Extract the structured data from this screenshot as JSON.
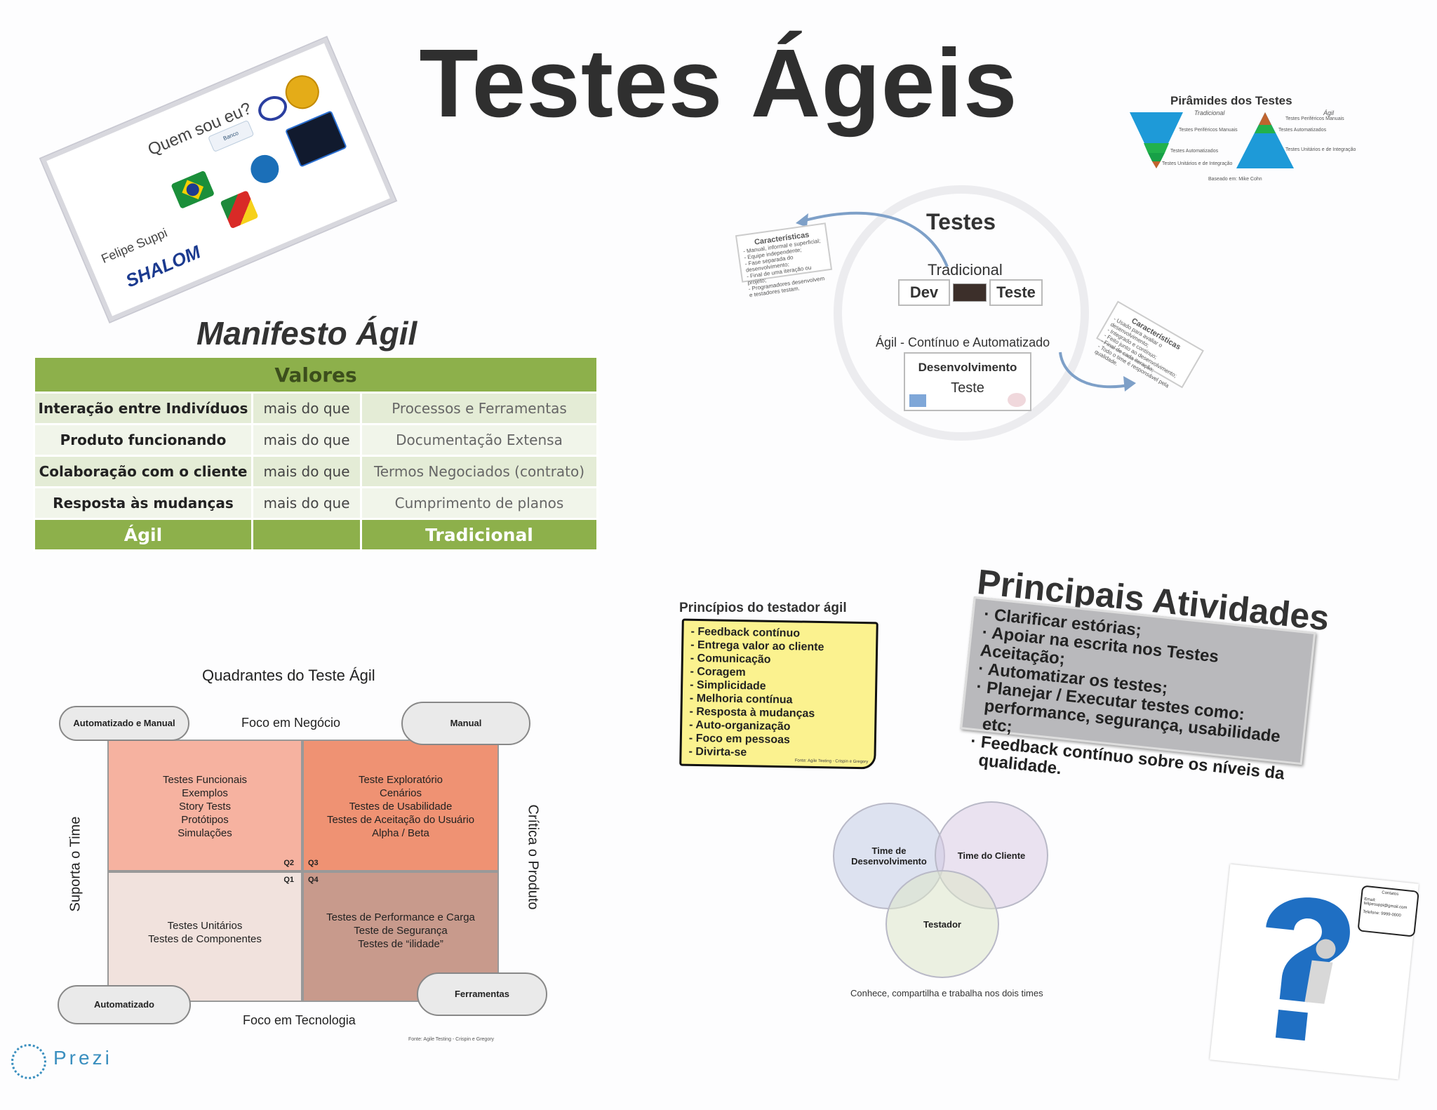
{
  "title": "Testes Ágeis",
  "quem": {
    "title": "Quem sou eu?",
    "name": "Felipe Suppi",
    "shalom": "SHALOM"
  },
  "manifesto": {
    "title": "Manifesto Ágil",
    "header": "Valores",
    "rows": [
      {
        "left": "Interação entre Indivíduos",
        "mid": "mais do que",
        "right": "Processos e Ferramentas"
      },
      {
        "left": "Produto funcionando",
        "mid": "mais do que",
        "right": "Documentação Extensa"
      },
      {
        "left": "Colaboração com o cliente",
        "mid": "mais do que",
        "right": "Termos Negociados (contrato)"
      },
      {
        "left": "Resposta às mudanças",
        "mid": "mais do que",
        "right": "Cumprimento de planos"
      }
    ],
    "footer_left": "Ágil",
    "footer_right": "Tradicional"
  },
  "testes": {
    "title": "Testes",
    "tradicional": "Tradicional",
    "dev": "Dev",
    "teste": "Teste",
    "agil": "Ágil - Contínuo e Automatizado",
    "desenvolvimento": "Desenvolvimento",
    "teste2": "Teste",
    "caracteristicas": "Características",
    "car_left_lines": [
      "- Manual, informal e superficial;",
      "- Equipe independente;",
      "- Fase separada do desenvolvimento;",
      "- Final de uma iteração ou projeto;",
      "- Programadores desenvolvem e testadores testam."
    ],
    "car_right_lines": [
      "- Usado para avaliar o desenvolvimento;",
      "- Integrado e contínuo;",
      "- Feito junto ao desenvolvimento;",
      "- Final de cada iteração;",
      "- Todo o time é responsável pela qualidade."
    ]
  },
  "piramide": {
    "title": "Pirâmides dos Testes",
    "tradicional": "Tradicional",
    "agil": "Ágil",
    "labels_left": [
      "Testes Periféricos Manuais",
      "Testes Automatizados",
      "Testes Unitários e de Integração"
    ],
    "labels_right": [
      "Testes Periféricos Manuais",
      "Testes Automatizados",
      "Testes Unitários e de Integração"
    ],
    "source": "Baseado em: Mike Cohn"
  },
  "principios": {
    "title": "Princípios do testador ágil",
    "items": [
      "- Feedback contínuo",
      "- Entrega valor ao cliente",
      "- Comunicação",
      "- Coragem",
      "- Simplicidade",
      "- Melhoria contínua",
      "- Resposta à mudanças",
      "- Auto-organização",
      "- Foco em pessoas",
      "- Divirta-se"
    ],
    "source": "Fonte: Agile Testing - Crispin e Gregory"
  },
  "atividades": {
    "title": "Principais Atividades",
    "items": [
      "· Clarificar estórias;",
      "· Apoiar na escrita nos Testes Aceitação;",
      "· Automatizar os testes;",
      "· Planejar / Executar testes como:",
      "  performance, segurança, usabilidade etc;",
      "· Feedback contínuo sobre os níveis da",
      "  qualidade."
    ]
  },
  "quadrantes": {
    "title": "Quadrantes do Teste Ágil",
    "top": "Foco em Negócio",
    "bottom": "Foco em Tecnologia",
    "left": "Suporta o Time",
    "right": "Crítica o Produto",
    "q2": "Testes Funcionais\nExemplos\nStory Tests\nProtótipos\nSimulações",
    "q3": "Teste Exploratório\nCenários\nTestes de Usabilidade\nTestes de Aceitação do Usuário\nAlpha / Beta",
    "q1": "Testes Unitários\nTestes de Componentes",
    "q4": "Testes de Performance e Carga\nTeste de Segurança\nTestes de “ilidade”",
    "labels": {
      "q1": "Q1",
      "q2": "Q2",
      "q3": "Q3",
      "q4": "Q4"
    },
    "clouds": {
      "tl": "Automatizado e Manual",
      "tr": "Manual",
      "bl": "Automatizado",
      "br": "Ferramentas"
    },
    "source": "Fonte: Agile Testing - Crispin e Gregory",
    "colors": {
      "q1": "#f1e2dd",
      "q2": "#f6b2a0",
      "q3": "#ef9273",
      "q4": "#c89a8c"
    }
  },
  "venn": {
    "dev": "Time de Desenvolvimento",
    "cliente": "Time do Cliente",
    "testador": "Testador",
    "caption": "Conhece, compartilha e trabalha nos dois times"
  },
  "contato": {
    "title": "Contatos",
    "email": "Email: felipesuppi@gmail.com",
    "phone": "Telefone: 9999-0000"
  },
  "prezi": "Prezi"
}
